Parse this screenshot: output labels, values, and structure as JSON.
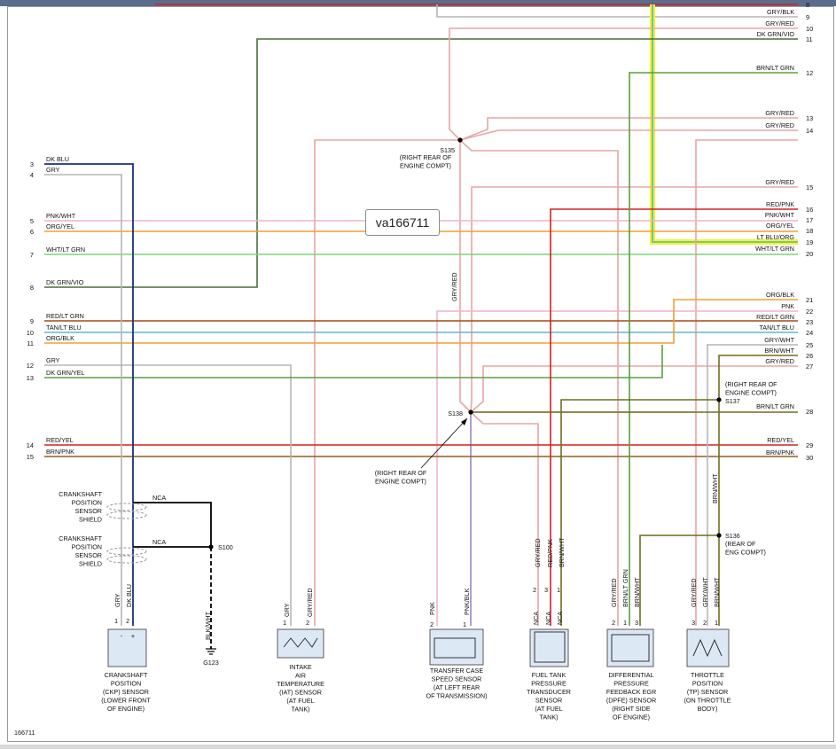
{
  "watermark_id": "va166711",
  "footer_id": "166711",
  "left_pins": [
    {
      "n": "3",
      "wire": "DK BLU"
    },
    {
      "n": "4",
      "wire": "GRY"
    },
    {
      "n": "5",
      "wire": "PNK/WHT"
    },
    {
      "n": "6",
      "wire": "ORG/YEL"
    },
    {
      "n": "7",
      "wire": "WHT/LT GRN"
    },
    {
      "n": "8",
      "wire": "DK GRN/VIO"
    },
    {
      "n": "9",
      "wire": "RED/LT GRN"
    },
    {
      "n": "10",
      "wire": "TAN/LT BLU"
    },
    {
      "n": "11",
      "wire": "ORG/BLK"
    },
    {
      "n": "12",
      "wire": "GRY"
    },
    {
      "n": "13",
      "wire": "DK GRN/YEL"
    },
    {
      "n": "14",
      "wire": "RED/YEL"
    },
    {
      "n": "15",
      "wire": "BRN/PNK"
    }
  ],
  "right_pins": [
    {
      "n": "8",
      "wire": ""
    },
    {
      "n": "9",
      "wire": "GRY/BLK"
    },
    {
      "n": "10",
      "wire": "GRY/RED"
    },
    {
      "n": "11",
      "wire": "DK GRN/VIO"
    },
    {
      "n": "12",
      "wire": "BRN/LT GRN"
    },
    {
      "n": "13",
      "wire": "GRY/RED"
    },
    {
      "n": "14",
      "wire": "GRY/RED"
    },
    {
      "n": "15",
      "wire": "GRY/RED"
    },
    {
      "n": "16",
      "wire": "RED/PNK"
    },
    {
      "n": "17",
      "wire": "PNK/WHT"
    },
    {
      "n": "18",
      "wire": "ORG/YEL"
    },
    {
      "n": "19",
      "wire": "LT BLU/ORG"
    },
    {
      "n": "20",
      "wire": "WHT/LT GRN"
    },
    {
      "n": "21",
      "wire": "ORG/BLK"
    },
    {
      "n": "22",
      "wire": "PNK"
    },
    {
      "n": "23",
      "wire": "RED/LT GRN"
    },
    {
      "n": "24",
      "wire": "TAN/LT BLU"
    },
    {
      "n": "25",
      "wire": "GRY/WHT"
    },
    {
      "n": "26",
      "wire": "BRN/WHT"
    },
    {
      "n": "27",
      "wire": "GRY/RED"
    },
    {
      "n": "28",
      "wire": "BRN/LT GRN"
    },
    {
      "n": "29",
      "wire": "RED/YEL"
    },
    {
      "n": "30",
      "wire": "BRN/PNK"
    }
  ],
  "splices": {
    "s135": {
      "name": "S135",
      "location": [
        "(RIGHT REAR OF",
        "ENGINE COMPT)"
      ]
    },
    "s138": {
      "name": "S138",
      "location": [
        "(RIGHT REAR OF",
        "ENGINE COMPT)"
      ]
    },
    "s137": {
      "name": "S137",
      "location": [
        "(RIGHT REAR OF",
        "ENGINE COMPT)"
      ]
    },
    "s136": {
      "name": "S136",
      "location": [
        "(REAR OF",
        "ENG COMPT)"
      ]
    },
    "s100": {
      "name": "S100"
    },
    "g123": {
      "name": "G123"
    }
  },
  "shields": [
    {
      "lines": [
        "CRANKSHAFT",
        "POSITION",
        "SENSOR",
        "SHIELD"
      ],
      "nca": "NCA"
    },
    {
      "lines": [
        "CRANKSHAFT",
        "POSITION",
        "SENSOR",
        "SHIELD"
      ],
      "nca": "NCA"
    }
  ],
  "ground_wire": "BLK/WHT",
  "mid_wire": "GRY/RED",
  "s137_wire": "BRN/WHT",
  "sensors": {
    "ckp": {
      "lines": [
        "CRANKSHAFT",
        "POSITION",
        "(CKP) SENSOR",
        "(LOWER FRONT",
        "OF ENGINE)"
      ],
      "pins": [
        "1",
        "2"
      ],
      "wires": [
        "GRY",
        "DK BLU"
      ],
      "sym": [
        "-",
        "+"
      ]
    },
    "iat": {
      "lines": [
        "INTAKE",
        "AIR",
        "TEMPERATURE",
        "(IAT) SENSOR",
        "(AT FUEL",
        "TANK)"
      ],
      "pins": [
        "1",
        "2"
      ],
      "wires": [
        "GRY",
        "GRY/RED"
      ]
    },
    "tcss": {
      "lines": [
        "TRANSFER CASE",
        "SPEED SENSOR",
        "(AT LEFT REAR",
        "OF TRANSMISSION)"
      ],
      "pins": [
        "2",
        "1"
      ],
      "wires": [
        "PNK",
        "PNK/BLK"
      ]
    },
    "ftpt": {
      "lines": [
        "FUEL TANK",
        "PRESSURE",
        "TRANSDUCER",
        "SENSOR",
        "(AT FUEL",
        "TANK)"
      ],
      "pins": [
        "2",
        "3",
        "1"
      ],
      "wires": [
        "GRY/RED",
        "RED/PNK",
        "BRN/WHT"
      ],
      "nca": [
        "NCA",
        "NCA",
        "NCA"
      ]
    },
    "dpfe": {
      "lines": [
        "DIFFERENTIAL",
        "PRESSURE",
        "FEEDBACK EGR",
        "(DPFE) SENSOR",
        "(RIGHT SIDE",
        "OF ENGINE)"
      ],
      "pins": [
        "2",
        "1",
        "3"
      ],
      "wires": [
        "GRY/RED",
        "BRN/LT GRN",
        "BRN/WHT"
      ]
    },
    "tp": {
      "lines": [
        "THROTTLE",
        "POSITION",
        "(TP) SENSOR",
        "(ON THROTTLE",
        "BODY)"
      ],
      "pins": [
        "3",
        "2",
        "1"
      ],
      "wires": [
        "GRY/RED",
        "GRY/WHT",
        "BRN/WHT"
      ]
    }
  },
  "colors": {
    "gry_red": "#e8a5a5",
    "dk_blu": "#1c2f80",
    "gry": "#b5b5b5",
    "pnk": "#f2b3c6",
    "org": "#f0a030",
    "grn_lt": "#7ad67a",
    "dk_grn": "#4a6e3a",
    "red_lt_grn": "#a04a1a",
    "tan_lt_blu": "#62b8c8",
    "red": "#d42020",
    "brn": "#9a5a20",
    "highlight": "#f5f520",
    "olive": "#6e6e1e"
  }
}
